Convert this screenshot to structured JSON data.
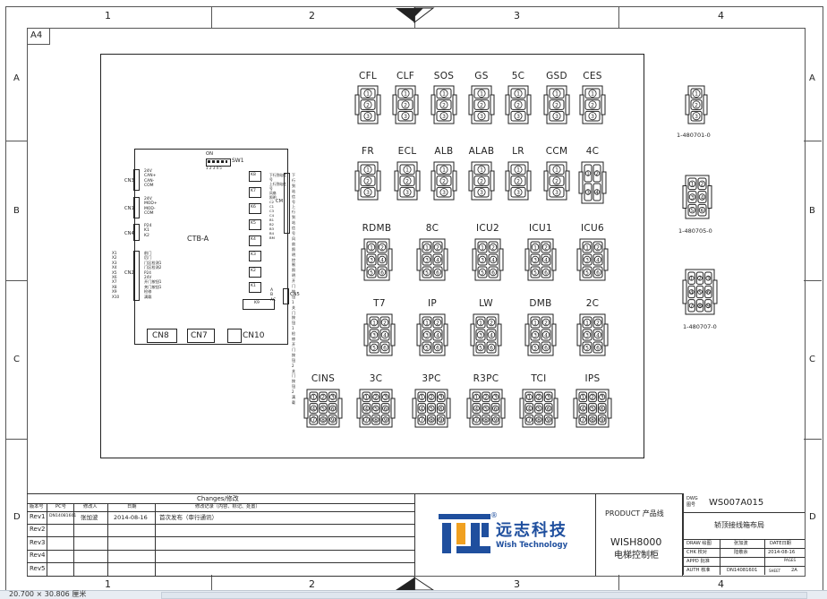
{
  "sheet": {
    "size_label": "A4",
    "columns": [
      "1",
      "2",
      "3",
      "4"
    ],
    "rows": [
      "A",
      "B",
      "C",
      "D"
    ]
  },
  "board": {
    "title": "CTB-A",
    "switch_label": "SW1",
    "switch_on_label": "ON",
    "switch_numbers": "1 2 3 4 5",
    "bottom_ports": [
      "CN8",
      "CN7",
      "CN10"
    ],
    "k_labels": [
      "K8",
      "K7",
      "K6",
      "K5",
      "K4",
      "K3",
      "K2",
      "K1",
      "K9"
    ],
    "left_pins_cn3": [
      "24V",
      "CAN+",
      "CAN-",
      "COM"
    ],
    "left_pins_cn1": [
      "24V",
      "MOD+",
      "MOD-",
      "COM"
    ],
    "left_pins_cn4": [
      "P24",
      "K1",
      "K2"
    ],
    "cn2_x": [
      "X1",
      "X2",
      "X3",
      "X4",
      "X5",
      "X6",
      "X7",
      "X8",
      "X9",
      "X10"
    ],
    "cn2_pins": [
      "前门",
      "后门",
      "门区检测1",
      "门区检测2",
      "P24",
      "24V",
      "开门按钮1",
      "关门按钮1",
      "检修",
      "满载"
    ],
    "cm_pins": [
      "下行到站信号",
      "上行到站信号",
      "风扇",
      "照明",
      "C2",
      "C1",
      "C3",
      "C4",
      "B1",
      "B2",
      "B3",
      "B4",
      "BM"
    ],
    "cm_right": [
      "下行到站信号",
      "上行到站信号",
      "风扇",
      "照明控制",
      "照明",
      "开门按钮1",
      "关门按钮1",
      "检修",
      "开门按钮2",
      "关门按钮2",
      "满载"
    ],
    "cn_labels": {
      "cn3": "CN3",
      "cn1": "CN1",
      "cn4": "CN4",
      "cn2": "CN2",
      "cm": "CM",
      "cn5": "CN5"
    },
    "cn5_pins": [
      "A",
      "B",
      "AC"
    ]
  },
  "connectors": [
    {
      "label": "CFL",
      "pins": 3
    },
    {
      "label": "CLF",
      "pins": 3
    },
    {
      "label": "SOS",
      "pins": 3
    },
    {
      "label": "GS",
      "pins": 3
    },
    {
      "label": "5C",
      "pins": 3
    },
    {
      "label": "GSD",
      "pins": 3
    },
    {
      "label": "CES",
      "pins": 3
    },
    {
      "label": "FR",
      "pins": 3
    },
    {
      "label": "ECL",
      "pins": 3
    },
    {
      "label": "ALB",
      "pins": 3
    },
    {
      "label": "ALAB",
      "pins": 3
    },
    {
      "label": "LR",
      "pins": 3
    },
    {
      "label": "CCM",
      "pins": 3
    },
    {
      "label": "4C",
      "pins": 4
    },
    {
      "label": "RDMB",
      "pins": 6
    },
    {
      "label": "8C",
      "pins": 6
    },
    {
      "label": "ICU2",
      "pins": 6
    },
    {
      "label": "ICU1",
      "pins": 6
    },
    {
      "label": "ICU6",
      "pins": 6
    },
    {
      "label": "T7",
      "pins": 6
    },
    {
      "label": "IP",
      "pins": 6
    },
    {
      "label": "LW",
      "pins": 6
    },
    {
      "label": "DMB",
      "pins": 6
    },
    {
      "label": "2C",
      "pins": 6
    },
    {
      "label": "CINS",
      "pins": 9
    },
    {
      "label": "3C",
      "pins": 9
    },
    {
      "label": "3PC",
      "pins": 9
    },
    {
      "label": "R3PC",
      "pins": 9
    },
    {
      "label": "TCI",
      "pins": 9
    },
    {
      "label": "IPS",
      "pins": 9
    }
  ],
  "parts": [
    {
      "part_no": "1-480701-0",
      "pins": 3
    },
    {
      "part_no": "1-480705-0",
      "pins": 6
    },
    {
      "part_no": "1-480707-0",
      "pins": 9
    }
  ],
  "changes": {
    "title": "Changes/修改",
    "headers": [
      "版本号",
      "PC号",
      "修改人",
      "日期",
      "修改记录（内容、标记、处置）"
    ],
    "rows": [
      {
        "rev": "Rev1",
        "pc": "DN14081601",
        "by": "张加波",
        "date": "2014-08-16",
        "note": "首次发布（审行通讯）"
      },
      {
        "rev": "Rev2",
        "pc": "",
        "by": "",
        "date": "",
        "note": ""
      },
      {
        "rev": "Rev3",
        "pc": "",
        "by": "",
        "date": "",
        "note": ""
      },
      {
        "rev": "Rev4",
        "pc": "",
        "by": "",
        "date": "",
        "note": ""
      },
      {
        "rev": "Rev5",
        "pc": "",
        "by": "",
        "date": "",
        "note": ""
      }
    ]
  },
  "company": {
    "name_cn": "远志科技",
    "name_en": "Wish Technology",
    "registered": "®",
    "brand_blue": "#1f4f9e",
    "brand_orange": "#f0a020"
  },
  "product": {
    "label": "PRODUCT 产品线",
    "model": "WISH8000",
    "name": "电梯控制柜"
  },
  "title_block": {
    "dwg_label": "DWG\n图号",
    "dwg_no": "WS007A015",
    "title": "轿顶接线箱布局",
    "draw_label": "DRAW 绘图",
    "draw_name": "张加波",
    "date_label": "DATE日期",
    "chk_label": "CHK 校对",
    "chk_name": "陆敬余",
    "date": "2014-08-16",
    "appd_label": "APPD 批准",
    "auth_label": "AUTH 核准",
    "auth_no": "DN14081601",
    "sheet_label": "SHEET",
    "sheet_no": "2A",
    "sheets_label": "PAGES"
  },
  "statusbar": {
    "text": "20.700 × 30.806 厘米"
  }
}
